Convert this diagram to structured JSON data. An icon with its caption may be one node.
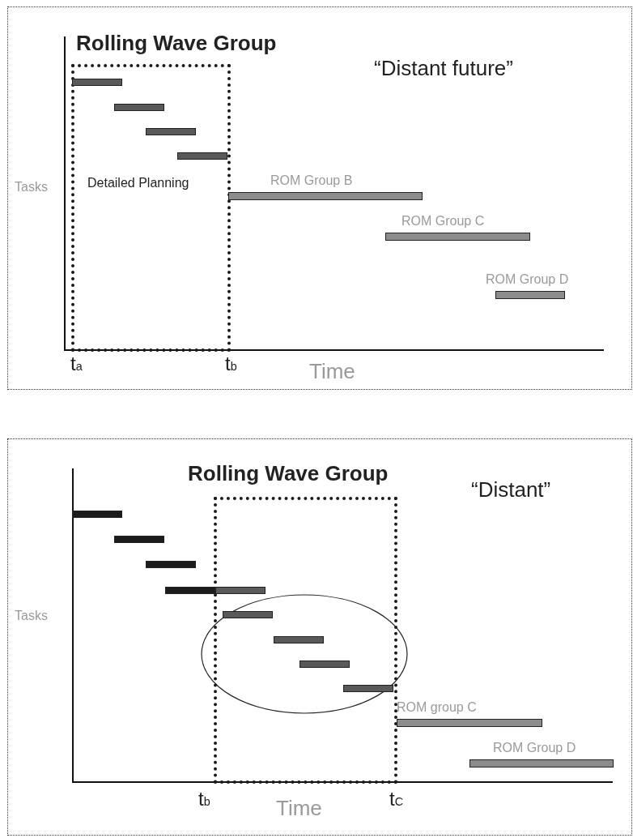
{
  "diagram": {
    "nodes": [
      {
        "text": [],
        "shape": "box"
      },
      {
        "text": [
          "Detailed Planning"
        ],
        "in": 0
      },
      {
        "text": [],
        "shape": "bar",
        "in": 1
      },
      {
        "text": [],
        "shape": "bar",
        "in": 1
      },
      {
        "text": [],
        "shape": "bar",
        "in": 1
      },
      {
        "text": [],
        "shape": "bar",
        "in": 1
      },
      {
        "text": [
          "ROM Group B"
        ],
        "in": 0
      },
      {
        "text": [
          "ROM Group C"
        ],
        "in": 0
      },
      {
        "text": [
          "ROM Group D"
        ],
        "in": 0
      },
      {
        "text": [],
        "shape": "box"
      },
      {
        "text": [],
        "shape": "box",
        "in": 9
      },
      {
        "text": [],
        "shape": "ellipse",
        "in": 9
      },
      {
        "text": [],
        "shape": "bar",
        "in": 9
      },
      {
        "text": [],
        "shape": "bar",
        "in": 9
      },
      {
        "text": [],
        "shape": "bar",
        "in": 9
      },
      {
        "text": [],
        "shape": "bar",
        "in": 9
      },
      {
        "text": [],
        "shape": "bar",
        "in": 10
      },
      {
        "text": [],
        "shape": "bar",
        "in": 11
      },
      {
        "text": [],
        "shape": "bar",
        "in": 11
      },
      {
        "text": [],
        "shape": "bar",
        "in": 11
      },
      {
        "text": [],
        "shape": "bar",
        "in": 11
      },
      {
        "text": [
          "ROM group C"
        ],
        "in": 9
      },
      {
        "text": [
          "ROM Group D"
        ],
        "in": 9
      }
    ],
    "labels": [
      "Rolling Wave Group",
      "“Distant future”",
      "Tasks",
      "t$_{a}$",
      "t$_{b}$",
      "Time",
      "Rolling Wave Group",
      "“Distant”",
      "Tasks",
      "t$_{b}$",
      "Time",
      "t$_{C}$"
    ]
  }
}
